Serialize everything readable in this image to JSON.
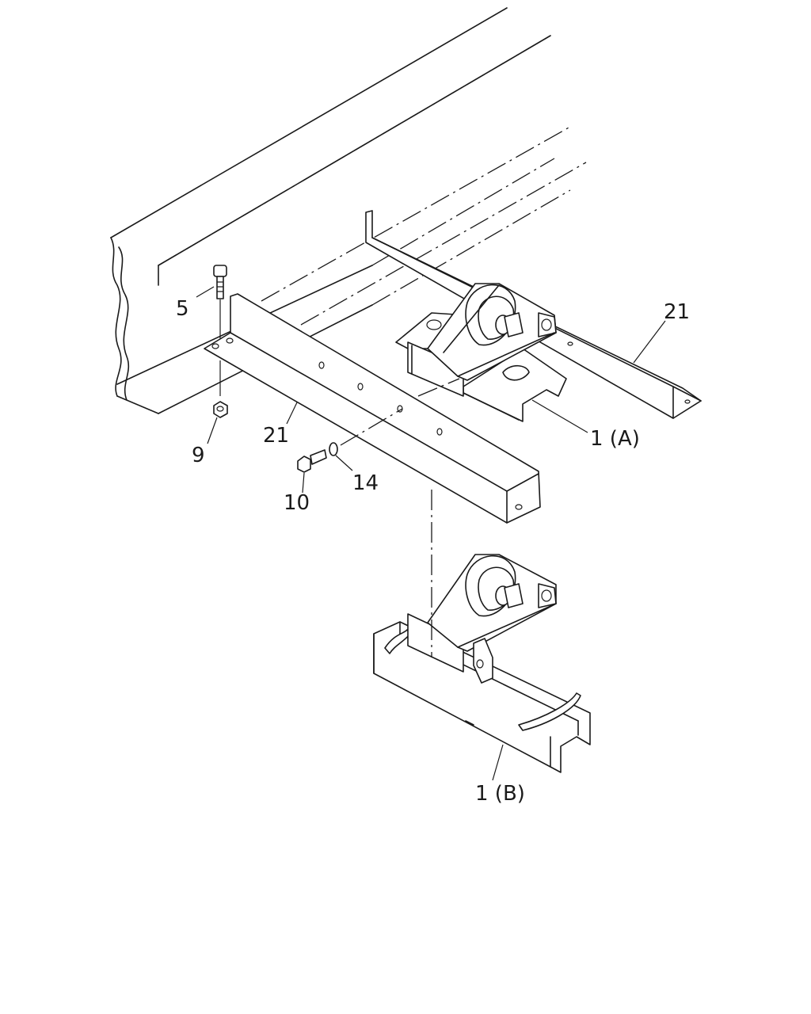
{
  "callouts": [
    {
      "id": "c5",
      "text": "5"
    },
    {
      "id": "c9",
      "text": "9"
    },
    {
      "id": "c10",
      "text": "10"
    },
    {
      "id": "c14",
      "text": "14"
    },
    {
      "id": "c21a",
      "text": "21"
    },
    {
      "id": "c21b",
      "text": "21"
    },
    {
      "id": "c1a",
      "text": "1 (A)"
    },
    {
      "id": "c1b",
      "text": "1 (B)"
    }
  ]
}
